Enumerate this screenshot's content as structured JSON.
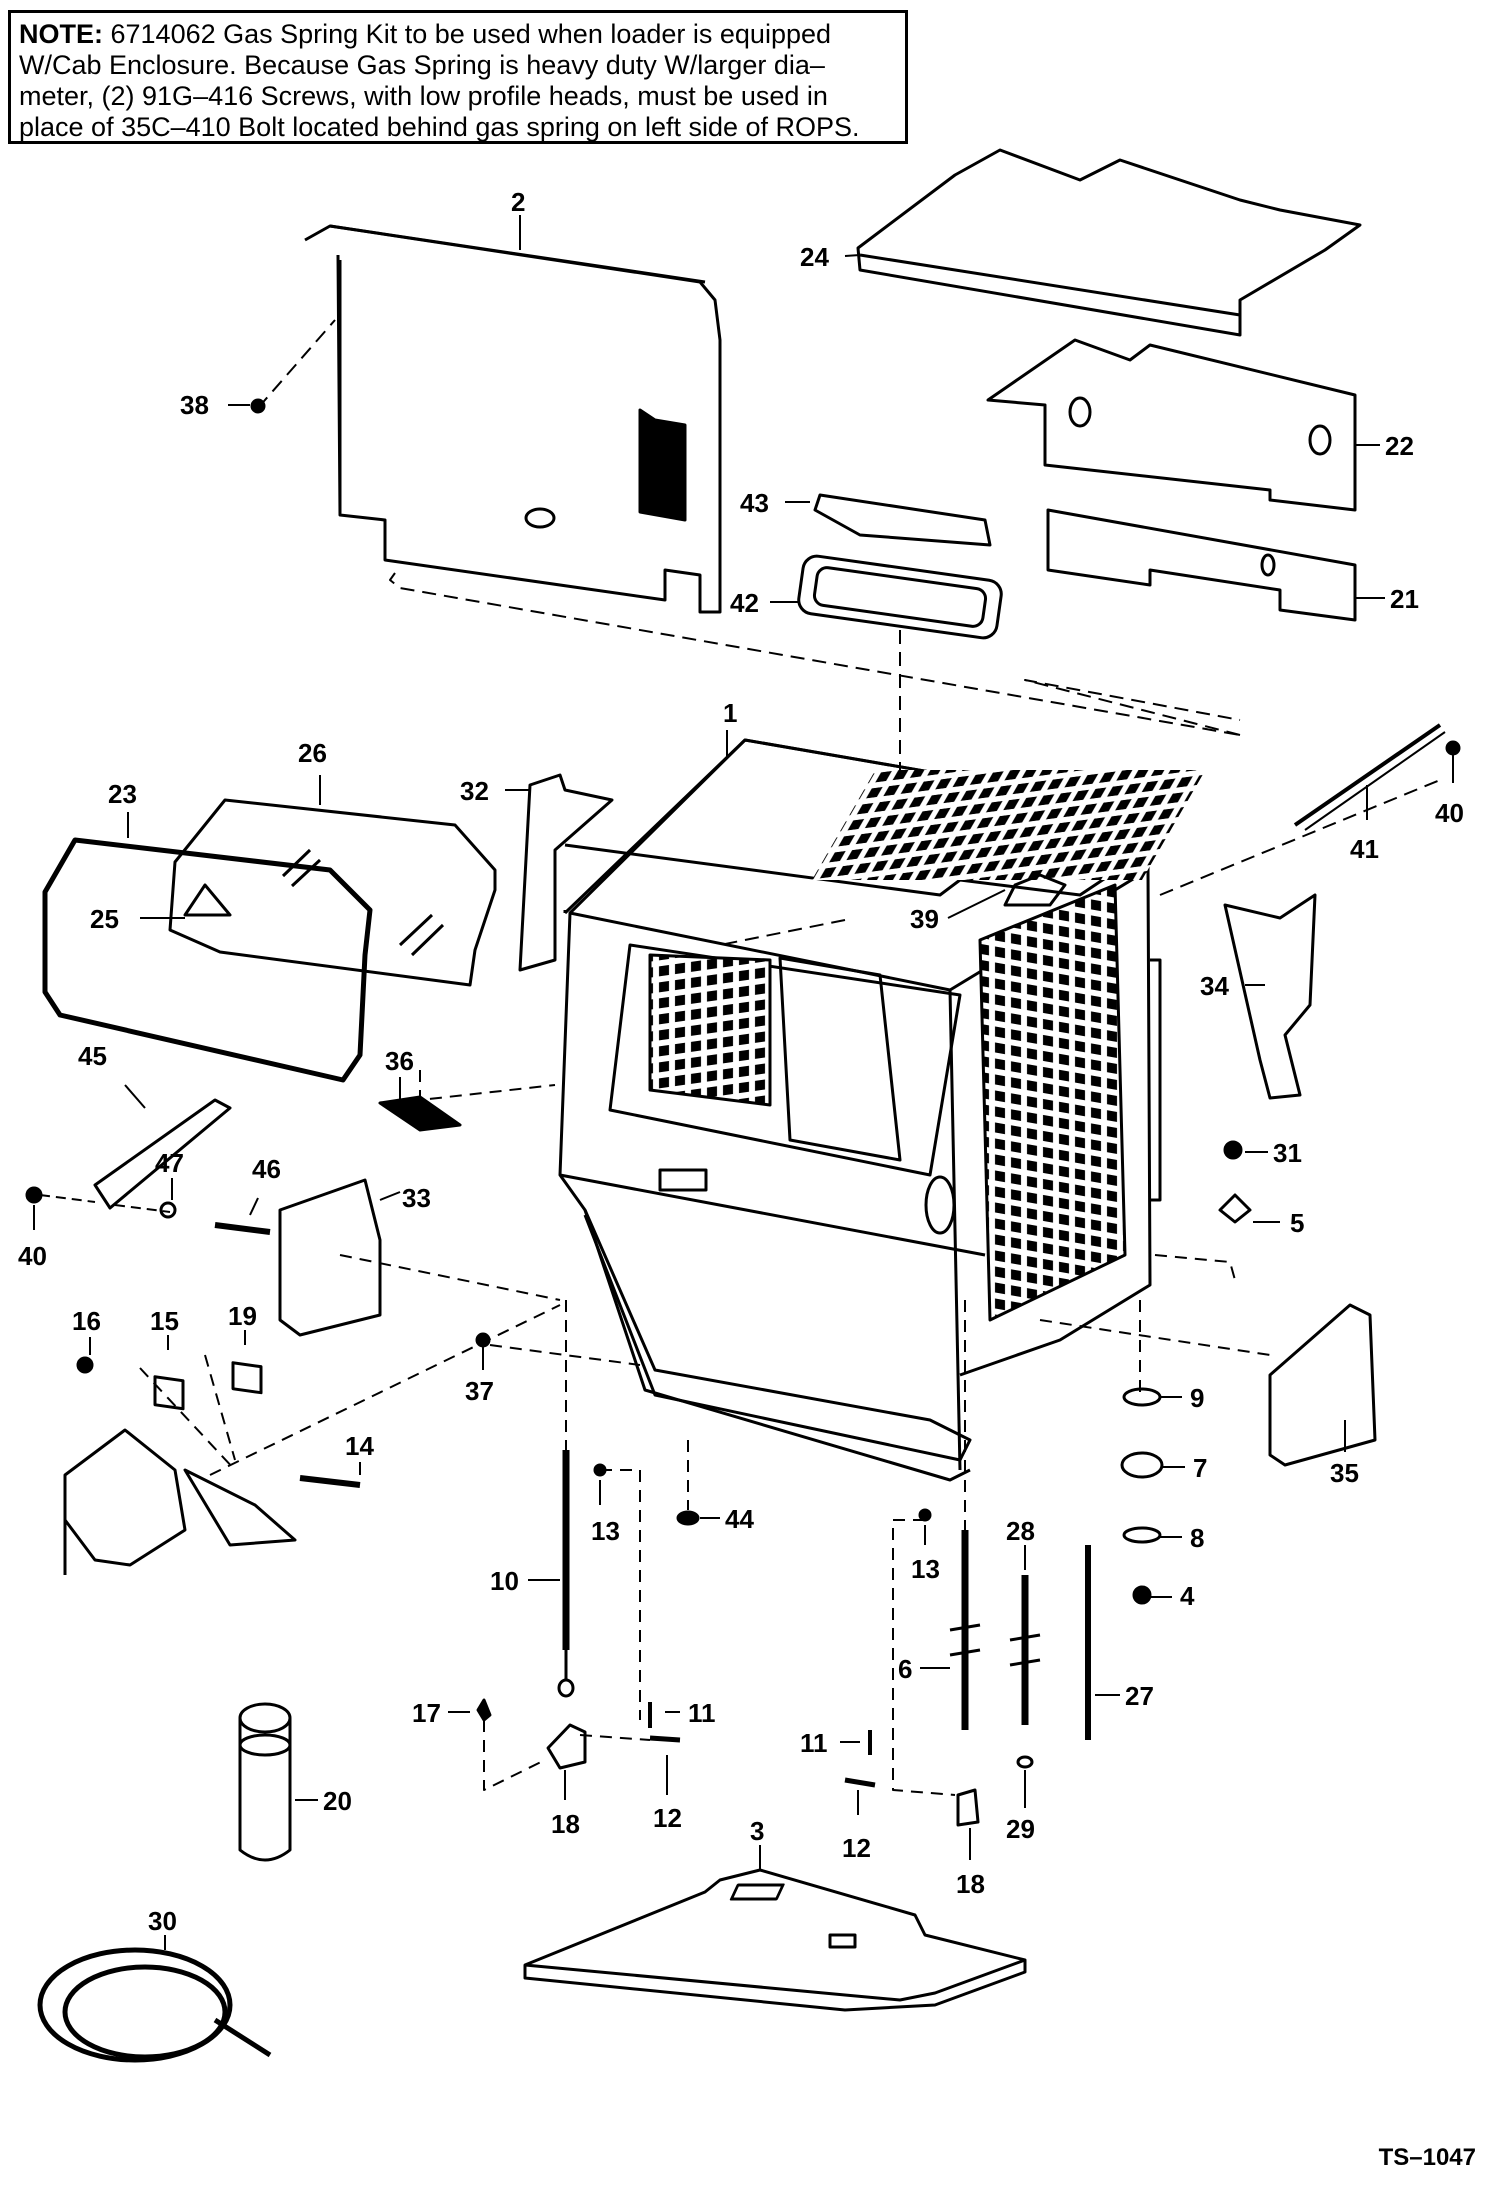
{
  "note": {
    "lead": "NOTE:",
    "lines": [
      " 6714062 Gas Spring Kit to be used when loader is equipped",
      "W/Cab Enclosure. Because Gas Spring is heavy duty W/larger dia–",
      "meter, (2) 91G–416 Screws, with low profile heads, must be used in",
      "place of 35C–410 Bolt located behind gas spring on left side of ROPS."
    ]
  },
  "callouts": {
    "c1": "1",
    "c2": "2",
    "c3": "3",
    "c4": "4",
    "c5": "5",
    "c6": "6",
    "c7": "7",
    "c8": "8",
    "c9": "9",
    "c10": "10",
    "c11a": "11",
    "c11b": "11",
    "c12a": "12",
    "c12b": "12",
    "c13a": "13",
    "c13b": "13",
    "c14": "14",
    "c15": "15",
    "c16": "16",
    "c17": "17",
    "c18a": "18",
    "c18b": "18",
    "c19": "19",
    "c20": "20",
    "c21": "21",
    "c22": "22",
    "c23": "23",
    "c24": "24",
    "c25": "25",
    "c26": "26",
    "c27": "27",
    "c28": "28",
    "c29": "29",
    "c30": "30",
    "c31": "31",
    "c32": "32",
    "c33": "33",
    "c34": "34",
    "c35": "35",
    "c36": "36",
    "c37": "37",
    "c38": "38",
    "c39": "39",
    "c40a": "40",
    "c40b": "40",
    "c41": "41",
    "c42": "42",
    "c43": "43",
    "c44": "44",
    "c45": "45",
    "c46": "46",
    "c47": "47"
  },
  "figure_ref": "TS–1047"
}
